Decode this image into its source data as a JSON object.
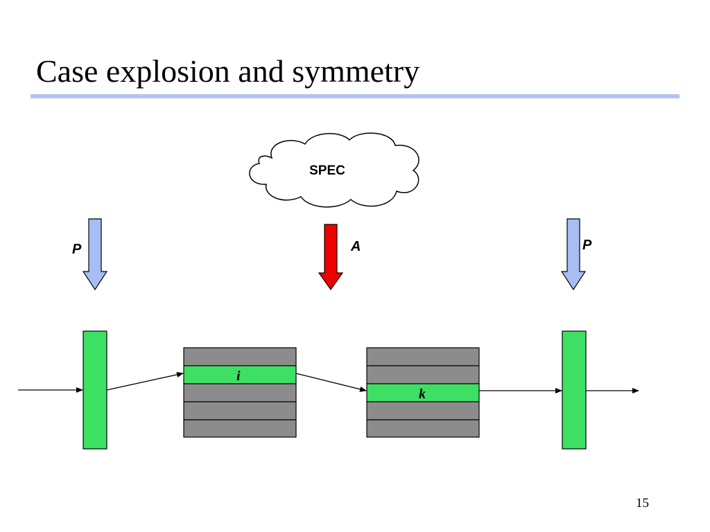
{
  "slide": {
    "title": "Case explosion and symmetry",
    "page_number": "15"
  },
  "diagram": {
    "cloud_label": "SPEC",
    "arrows": {
      "left_label": "P",
      "center_label": "A",
      "right_label": "P"
    },
    "tables": {
      "left_highlight_label": "i",
      "right_highlight_label": "k"
    },
    "colors": {
      "block_green": "#3ee064",
      "row_gray": "#8c8c8c",
      "arrow_blue": "#a7bdf4",
      "arrow_red": "#ee0000",
      "title_rule": "#b3c4f4"
    }
  }
}
